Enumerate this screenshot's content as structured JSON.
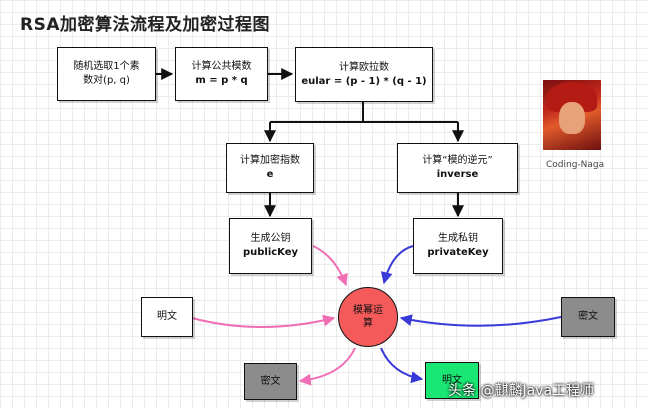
{
  "title": "RSA加密算法流程及加密过程图",
  "nodes": {
    "pick_primes": {
      "line1": "随机选取1个素",
      "line2": "数对(p, q)"
    },
    "modulus": {
      "line1": "计算公共模数",
      "line2": "m = p * q"
    },
    "euler": {
      "line1": "计算欧拉数",
      "line2": "eular = (p - 1) * (q - 1)"
    },
    "exponent": {
      "line1": "计算加密指数",
      "line2": "e"
    },
    "inverse": {
      "line1": "计算“模的逆元”",
      "line2": "inverse"
    },
    "public_key": {
      "line1": "生成公钥",
      "line2": "publicKey"
    },
    "private_key": {
      "line1": "生成私钥",
      "line2": "privateKey"
    },
    "plaintext_in": {
      "label": "明文"
    },
    "ciphertext_in": {
      "label": "密文"
    },
    "modexp": {
      "line1": "模幂运",
      "line2": "算"
    },
    "ciphertext_out": {
      "label": "密文"
    },
    "plaintext_out": {
      "label": "明文"
    }
  },
  "avatar_caption": "Coding-Naga",
  "watermark": "头条 @麒麟Java工程师",
  "colors": {
    "arrow_black": "#111111",
    "arrow_pink": "#f06eb4",
    "arrow_blue": "#3a3ad8",
    "circle_fill": "#f55a5a",
    "gray_box": "#8c8c8c",
    "green_box": "#19e673"
  }
}
